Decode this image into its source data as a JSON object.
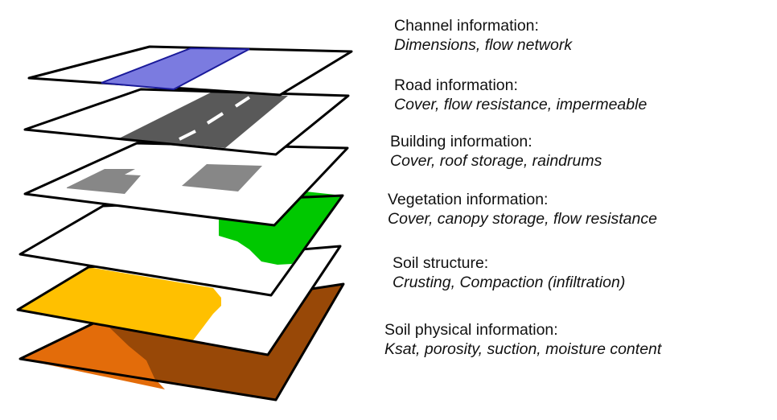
{
  "layers": [
    {
      "title": "Channel information:",
      "detail": "Dimensions, flow network"
    },
    {
      "title": "Road information:",
      "detail": "Cover, flow resistance, impermeable"
    },
    {
      "title": "Building information:",
      "detail": "Cover, roof storage, raindrums"
    },
    {
      "title": "Vegetation information:",
      "detail": "Cover, canopy storage, flow resistance"
    },
    {
      "title": "Soil structure:",
      "detail": "Crusting, Compaction (infiltration)"
    },
    {
      "title": "Soil physical information:",
      "detail": "Ksat, porosity, suction, moisture content"
    }
  ],
  "colors": {
    "channel": "#7b7be0",
    "road": "#595959",
    "building": "#878787",
    "vegetation": "#00c800",
    "soil_structure": "#ffc000",
    "soil_light": "#e36c0a",
    "soil_dark": "#984807"
  }
}
